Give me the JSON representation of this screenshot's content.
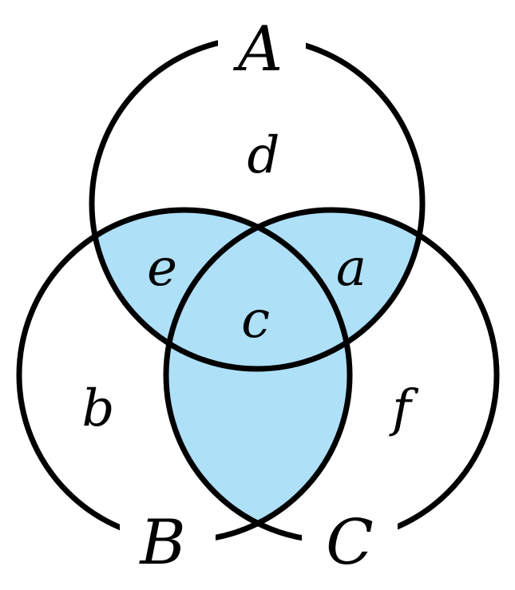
{
  "diagram": {
    "sets": [
      {
        "id": "A",
        "label": "A"
      },
      {
        "id": "B",
        "label": "B"
      },
      {
        "id": "C",
        "label": "C"
      }
    ],
    "regions": [
      {
        "id": "a",
        "label": "a",
        "in": [
          "A",
          "C"
        ],
        "shaded": true
      },
      {
        "id": "b",
        "label": "b",
        "in": [
          "B"
        ],
        "shaded": false
      },
      {
        "id": "c",
        "label": "c",
        "in": [
          "A",
          "B",
          "C"
        ],
        "shaded": true
      },
      {
        "id": "d",
        "label": "d",
        "in": [
          "A"
        ],
        "shaded": false
      },
      {
        "id": "e",
        "label": "e",
        "in": [
          "A",
          "B"
        ],
        "shaded": true
      },
      {
        "id": "f",
        "label": "f",
        "in": [
          "C"
        ],
        "shaded": false
      },
      {
        "id": "bc",
        "label": "",
        "in": [
          "B",
          "C"
        ],
        "shaded": true
      }
    ],
    "colors": {
      "shade": "#aee0f8",
      "stroke": "#000000",
      "background": "#ffffff"
    }
  }
}
